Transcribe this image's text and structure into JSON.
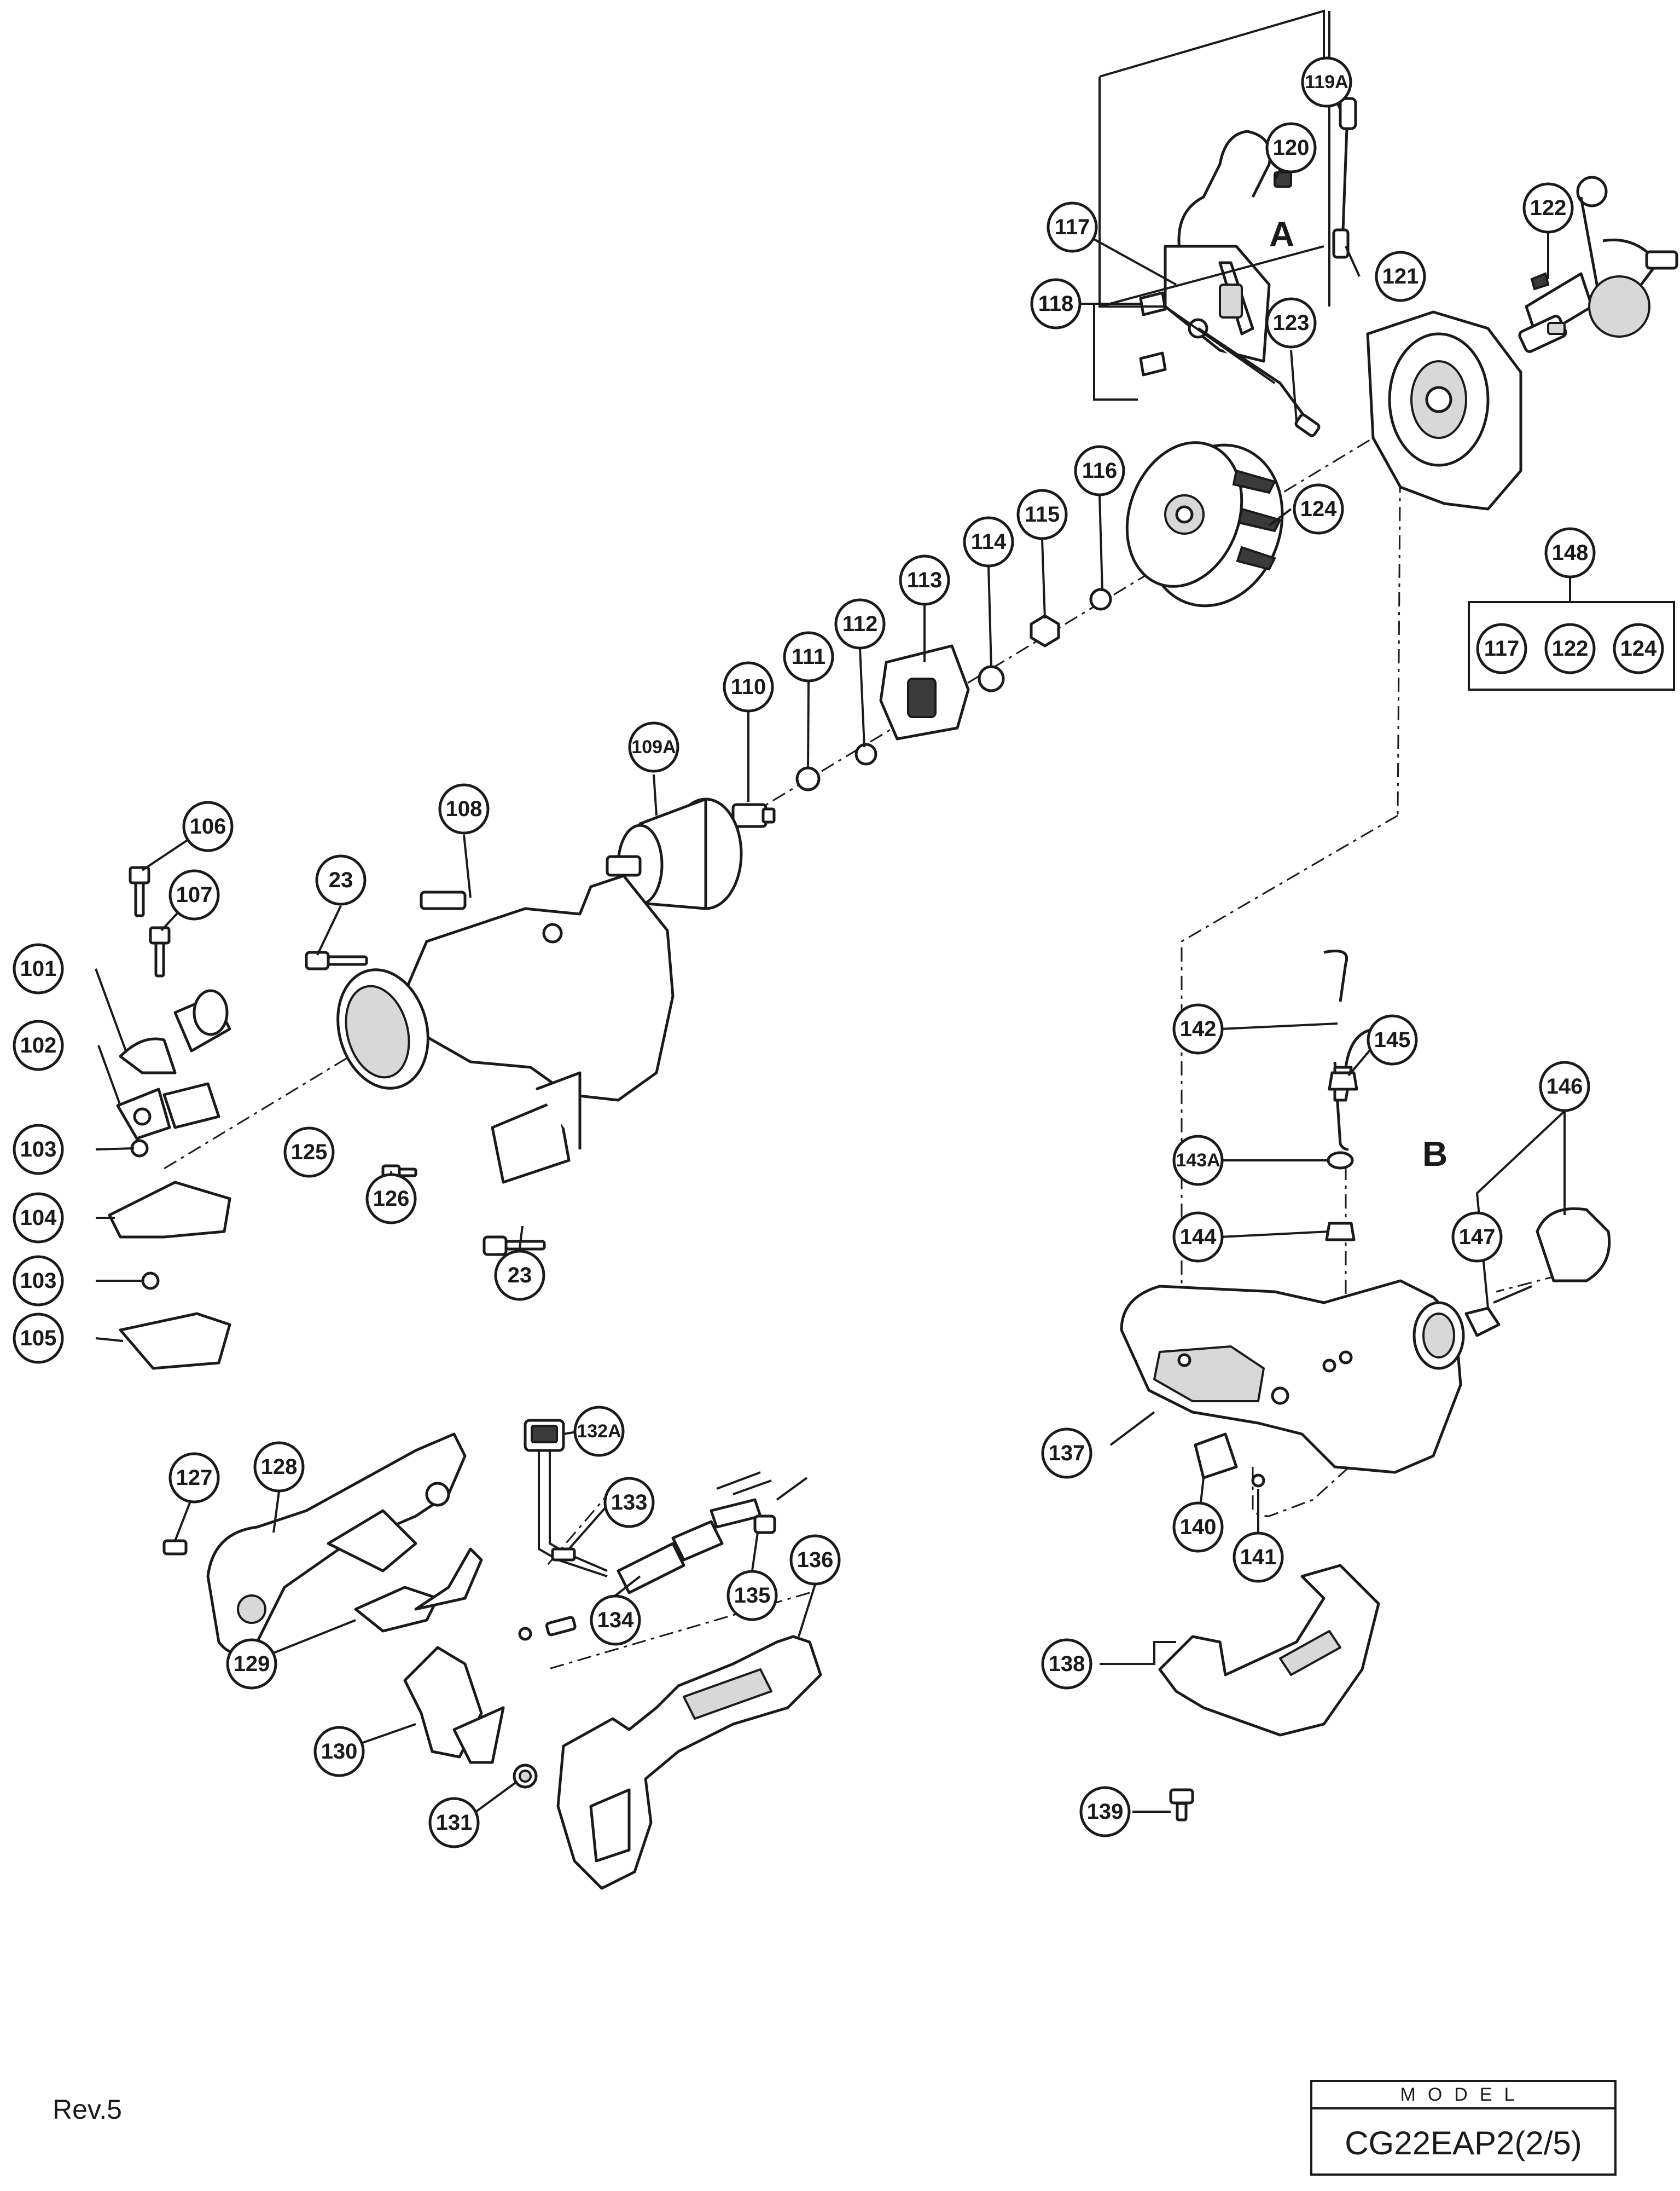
{
  "callouts": [
    "119A",
    "120",
    "117",
    "118",
    "121",
    "122",
    "123",
    "124",
    "116",
    "115",
    "114",
    "113",
    "112",
    "111",
    "110",
    "109A",
    "108",
    "106",
    "107",
    "23",
    "101",
    "102",
    "103",
    "104",
    "103",
    "105",
    "125",
    "126",
    "23",
    "148",
    "117",
    "122",
    "124",
    "142",
    "145",
    "143A",
    "144",
    "146",
    "147",
    "137",
    "140",
    "141",
    "138",
    "139",
    "128",
    "127",
    "129",
    "130",
    "131",
    "132A",
    "133",
    "134",
    "135",
    "136"
  ],
  "reference_letters": [
    "A",
    "B"
  ],
  "rev": "Rev.5",
  "model": {
    "caption": "MODEL",
    "name": "CG22EAP2(2/5)"
  }
}
